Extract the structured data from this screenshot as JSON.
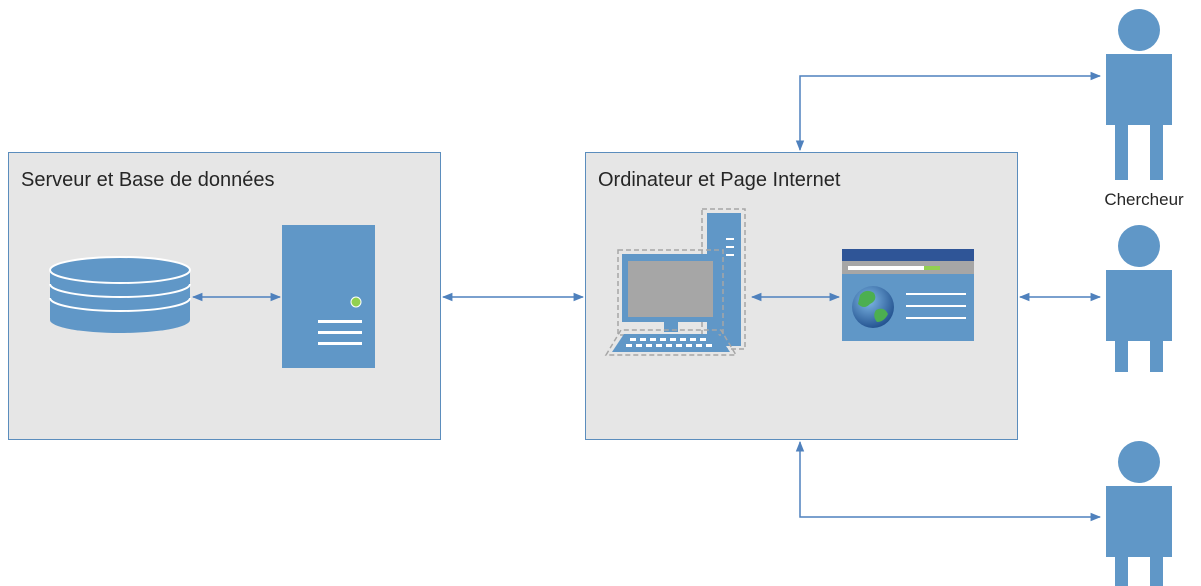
{
  "panels": {
    "server_title": "Serveur et Base de données",
    "computer_title": "Ordinateur et Page Internet"
  },
  "users": {
    "researcher_label": "Chercheur"
  },
  "colors": {
    "panel_fill": "#e6e6e6",
    "panel_border": "#5b8dbd",
    "shape_fill": "#6097c7",
    "arrow": "#4f81bd",
    "screen_gray": "#a6a6a6",
    "led_green": "#92d050"
  },
  "icons": [
    "database-icon",
    "server-tower-icon",
    "desktop-computer-icon",
    "web-page-icon",
    "person-icon"
  ]
}
